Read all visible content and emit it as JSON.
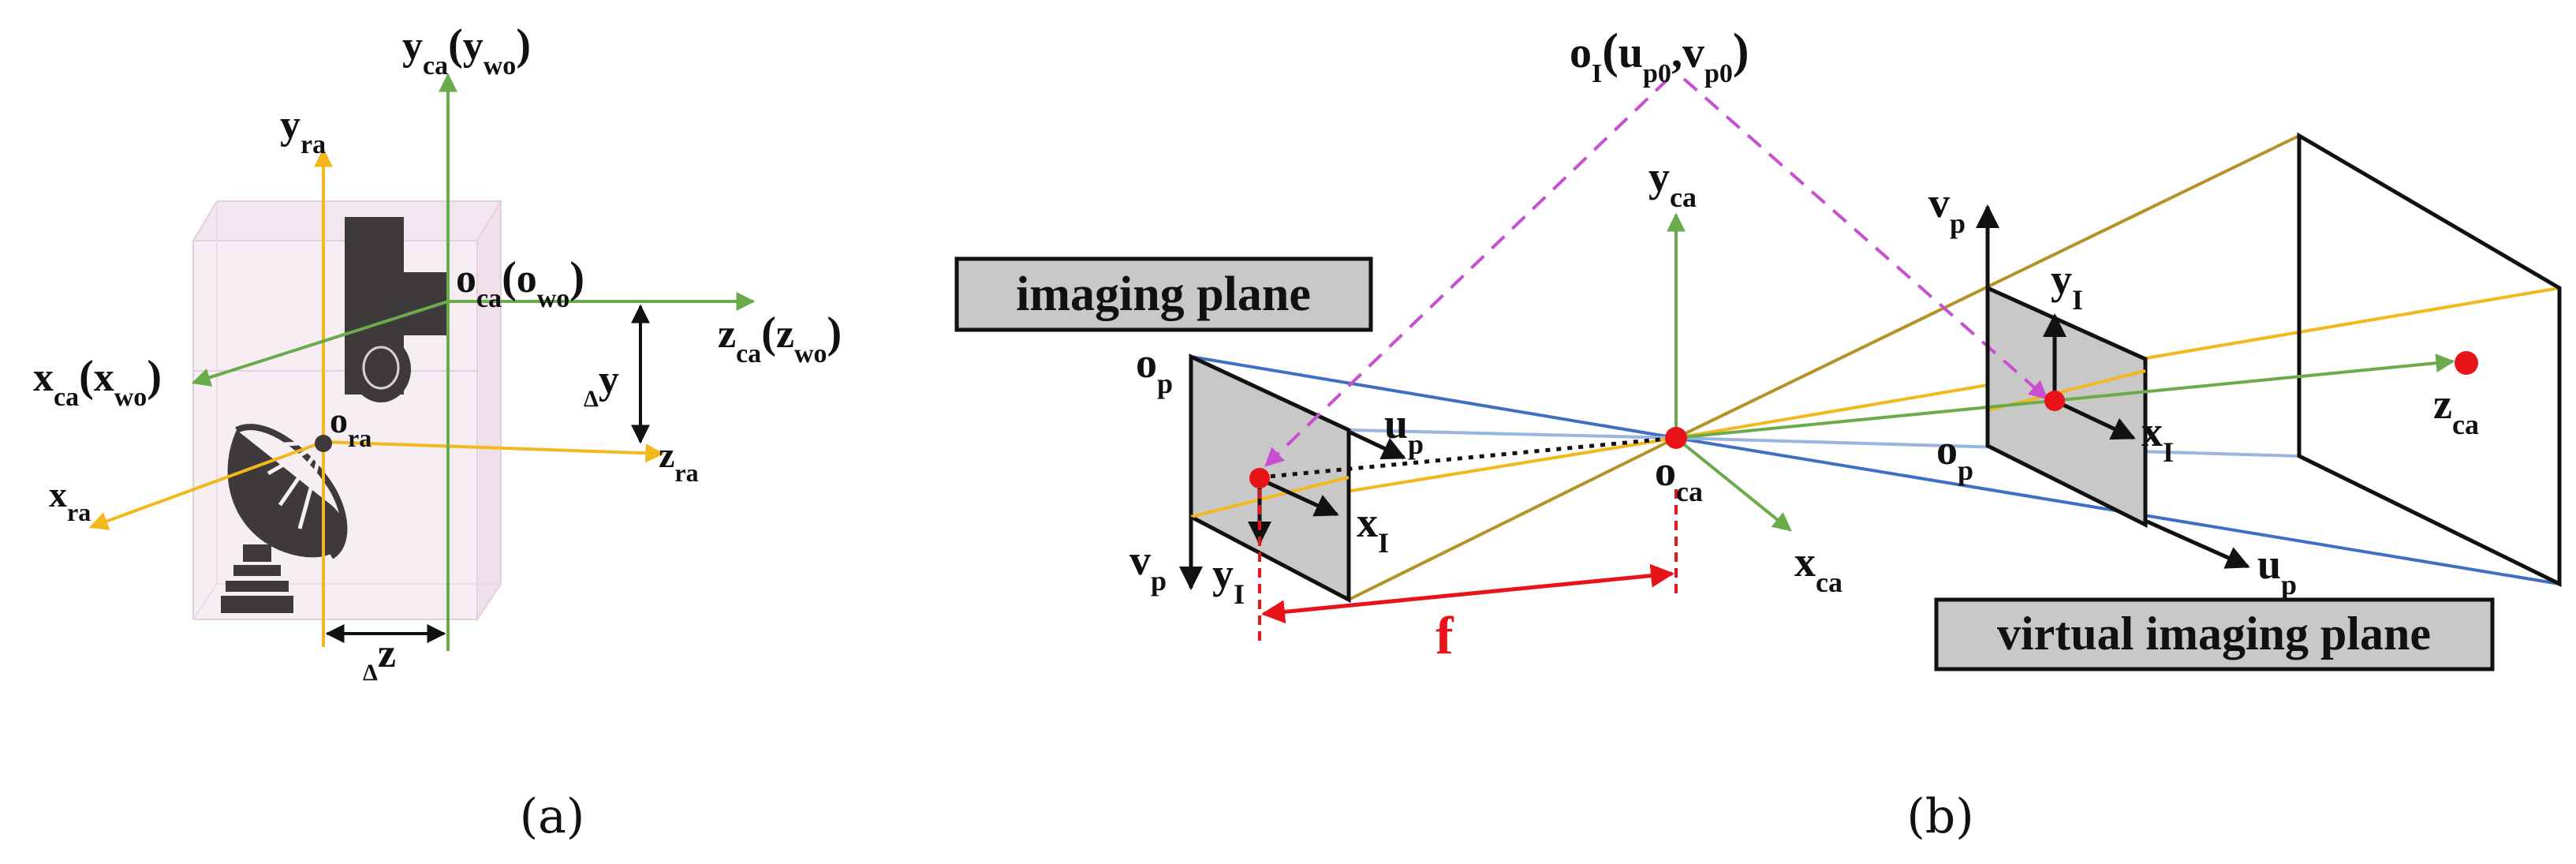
{
  "panel_a": {
    "caption": "(a)",
    "labels": {
      "y_ca_main": "y",
      "y_ca_sub": "ca",
      "y_ca_paren_main": "y",
      "y_ca_paren_sub": "wo",
      "y_ra_main": "y",
      "y_ra_sub": "ra",
      "o_ca_main": "o",
      "o_ca_sub": "ca",
      "o_ca_paren_main": "o",
      "o_ca_paren_sub": "wo",
      "z_ca_main": "z",
      "z_ca_sub": "ca",
      "z_ca_paren_main": "z",
      "z_ca_paren_sub": "wo",
      "x_ca_main": "x",
      "x_ca_sub": "ca",
      "x_ca_paren_main": "x",
      "x_ca_paren_sub": "wo",
      "o_ra_main": "o",
      "o_ra_sub": "ra",
      "x_ra_main": "x",
      "x_ra_sub": "ra",
      "z_ra_main": "z",
      "z_ra_sub": "ra",
      "delta_y_sym": "Δ",
      "delta_y_var": "y",
      "delta_z_sym": "Δ",
      "delta_z_var": "z"
    }
  },
  "panel_b": {
    "caption": "(b)",
    "imaging_plane_label": "imaging plane",
    "virtual_plane_label": "virtual imaging plane",
    "labels": {
      "oI_main": "o",
      "oI_sub": "I",
      "oI_u": "u",
      "oI_u_sub": "p0",
      "oI_comma": ",",
      "oI_v": "v",
      "oI_v_sub": "p0",
      "y_ca_main": "y",
      "y_ca_sub": "ca",
      "o_ca_main": "o",
      "o_ca_sub": "ca",
      "x_ca_main": "x",
      "x_ca_sub": "ca",
      "z_ca_main": "z",
      "z_ca_sub": "ca",
      "f": "f",
      "left_op_main": "o",
      "left_op_sub": "p",
      "left_up_main": "u",
      "left_up_sub": "p",
      "left_vp_main": "v",
      "left_vp_sub": "p",
      "left_yI_main": "y",
      "left_yI_sub": "I",
      "left_xI_main": "x",
      "left_xI_sub": "I",
      "right_vp_main": "v",
      "right_vp_sub": "p",
      "right_yI_main": "y",
      "right_yI_sub": "I",
      "right_xI_main": "x",
      "right_xI_sub": "I",
      "right_op_main": "o",
      "right_op_sub": "p",
      "right_up_main": "u",
      "right_up_sub": "p"
    }
  },
  "colors": {
    "green": "#6aab4b",
    "yellow": "#f2b81c",
    "blue": "#3f6fc2",
    "lightblue": "#9bb5e0",
    "olive": "#b59226",
    "magenta": "#c84fd0",
    "red": "#e8141a",
    "plane_gray": "#c8c8c8",
    "box_pink": "#f7eef4",
    "device_dark": "#3e3a3c"
  }
}
